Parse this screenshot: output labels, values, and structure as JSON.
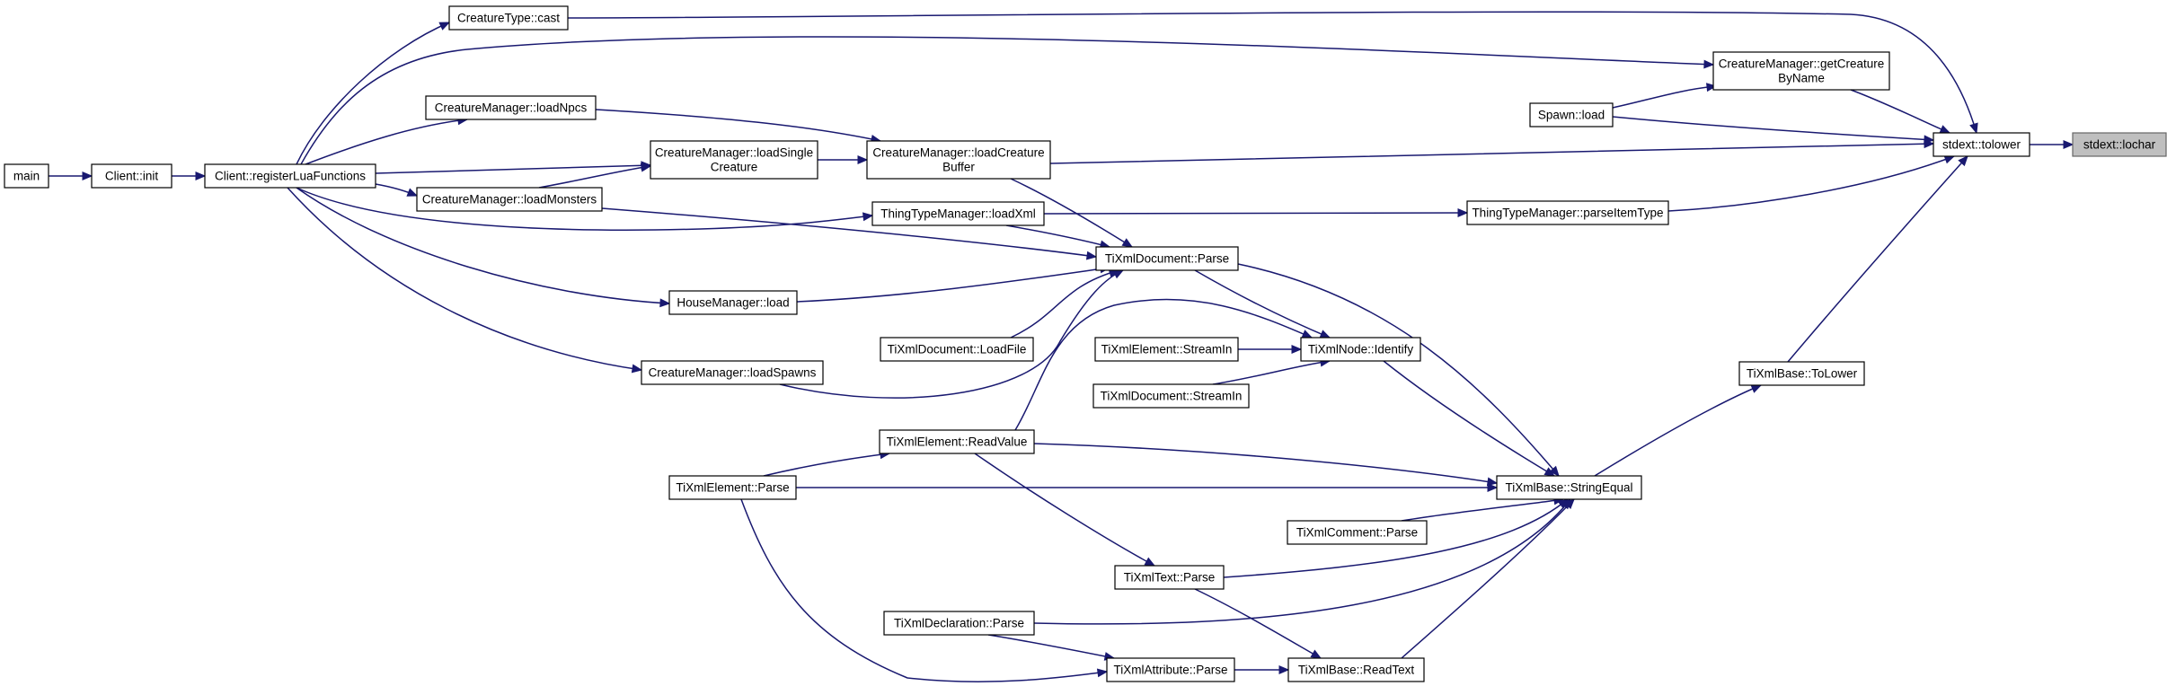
{
  "graph": {
    "edge_color": "#191970",
    "root_fill": "#bfbfbf",
    "nodes": [
      {
        "id": "lochar",
        "lines": [
          "stdext::lochar"
        ],
        "root": true
      },
      {
        "id": "tolower",
        "lines": [
          "stdext::tolower"
        ]
      },
      {
        "id": "CT_cast",
        "lines": [
          "CreatureType::cast"
        ]
      },
      {
        "id": "CM_getCreatureByName",
        "lines": [
          "CreatureManager::getCreature",
          "ByName"
        ]
      },
      {
        "id": "Spawn_load",
        "lines": [
          "Spawn::load"
        ]
      },
      {
        "id": "CM_loadCreatureBuffer",
        "lines": [
          "CreatureManager::loadCreature",
          "Buffer"
        ]
      },
      {
        "id": "TTM_parseItemType",
        "lines": [
          "ThingTypeManager::parseItemType"
        ]
      },
      {
        "id": "TXB_ToLower",
        "lines": [
          "TiXmlBase::ToLower"
        ]
      },
      {
        "id": "main",
        "lines": [
          "main"
        ]
      },
      {
        "id": "Client_init",
        "lines": [
          "Client::init"
        ]
      },
      {
        "id": "Client_registerLuaFunctions",
        "lines": [
          "Client::registerLuaFunctions"
        ]
      },
      {
        "id": "CM_loadNpcs",
        "lines": [
          "CreatureManager::loadNpcs"
        ]
      },
      {
        "id": "CM_loadSingleCreature",
        "lines": [
          "CreatureManager::loadSingle",
          "Creature"
        ]
      },
      {
        "id": "CM_loadMonsters",
        "lines": [
          "CreatureManager::loadMonsters"
        ]
      },
      {
        "id": "TTM_loadXml",
        "lines": [
          "ThingTypeManager::loadXml"
        ]
      },
      {
        "id": "TXD_Parse",
        "lines": [
          "TiXmlDocument::Parse"
        ]
      },
      {
        "id": "HM_load",
        "lines": [
          "HouseManager::load"
        ]
      },
      {
        "id": "TXD_LoadFile",
        "lines": [
          "TiXmlDocument::LoadFile"
        ]
      },
      {
        "id": "TXE_StreamIn",
        "lines": [
          "TiXmlElement::StreamIn"
        ]
      },
      {
        "id": "TXN_Identify",
        "lines": [
          "TiXmlNode::Identify"
        ]
      },
      {
        "id": "TXD_StreamIn",
        "lines": [
          "TiXmlDocument::StreamIn"
        ]
      },
      {
        "id": "CM_loadSpawns",
        "lines": [
          "CreatureManager::loadSpawns"
        ]
      },
      {
        "id": "TXE_ReadValue",
        "lines": [
          "TiXmlElement::ReadValue"
        ]
      },
      {
        "id": "TXE_Parse",
        "lines": [
          "TiXmlElement::Parse"
        ]
      },
      {
        "id": "TXB_StringEqual",
        "lines": [
          "TiXmlBase::StringEqual"
        ]
      },
      {
        "id": "TXC_Parse",
        "lines": [
          "TiXmlComment::Parse"
        ]
      },
      {
        "id": "TXT_Parse",
        "lines": [
          "TiXmlText::Parse"
        ]
      },
      {
        "id": "TXDecl_Parse",
        "lines": [
          "TiXmlDeclaration::Parse"
        ]
      },
      {
        "id": "TXA_Parse",
        "lines": [
          "TiXmlAttribute::Parse"
        ]
      },
      {
        "id": "TXB_ReadText",
        "lines": [
          "TiXmlBase::ReadText"
        ]
      }
    ],
    "edges": [
      {
        "from": "tolower",
        "to": "lochar"
      },
      {
        "from": "CT_cast",
        "to": "tolower"
      },
      {
        "from": "CM_getCreatureByName",
        "to": "tolower"
      },
      {
        "from": "Spawn_load",
        "to": "tolower"
      },
      {
        "from": "CM_loadCreatureBuffer",
        "to": "tolower"
      },
      {
        "from": "TTM_parseItemType",
        "to": "tolower"
      },
      {
        "from": "TXB_ToLower",
        "to": "tolower"
      },
      {
        "from": "Spawn_load",
        "to": "CM_getCreatureByName"
      },
      {
        "from": "Client_registerLuaFunctions",
        "to": "CM_getCreatureByName"
      },
      {
        "from": "Client_registerLuaFunctions",
        "to": "CT_cast"
      },
      {
        "from": "main",
        "to": "Client_init"
      },
      {
        "from": "Client_init",
        "to": "Client_registerLuaFunctions"
      },
      {
        "from": "Client_registerLuaFunctions",
        "to": "CM_loadNpcs"
      },
      {
        "from": "Client_registerLuaFunctions",
        "to": "CM_loadSingleCreature"
      },
      {
        "from": "Client_registerLuaFunctions",
        "to": "CM_loadMonsters"
      },
      {
        "from": "Client_registerLuaFunctions",
        "to": "TTM_loadXml"
      },
      {
        "from": "Client_registerLuaFunctions",
        "to": "HM_load"
      },
      {
        "from": "Client_registerLuaFunctions",
        "to": "CM_loadSpawns"
      },
      {
        "from": "CM_loadMonsters",
        "to": "CM_loadSingleCreature"
      },
      {
        "from": "CM_loadSingleCreature",
        "to": "CM_loadCreatureBuffer"
      },
      {
        "from": "CM_loadNpcs",
        "to": "CM_loadCreatureBuffer"
      },
      {
        "from": "TTM_loadXml",
        "to": "TTM_parseItemType"
      },
      {
        "from": "CM_loadCreatureBuffer",
        "to": "TXD_Parse"
      },
      {
        "from": "CM_loadMonsters",
        "to": "TXD_Parse"
      },
      {
        "from": "TTM_loadXml",
        "to": "TXD_Parse"
      },
      {
        "from": "HM_load",
        "to": "TXD_Parse"
      },
      {
        "from": "TXD_LoadFile",
        "to": "TXD_Parse"
      },
      {
        "from": "CM_loadSpawns",
        "to": "TXD_Parse"
      },
      {
        "from": "TXD_Parse",
        "to": "TXN_Identify"
      },
      {
        "from": "TXE_StreamIn",
        "to": "TXN_Identify"
      },
      {
        "from": "TXD_StreamIn",
        "to": "TXN_Identify"
      },
      {
        "from": "TXE_ReadValue",
        "to": "TXN_Identify"
      },
      {
        "from": "TXD_Parse",
        "to": "TXB_StringEqual"
      },
      {
        "from": "TXN_Identify",
        "to": "TXB_StringEqual"
      },
      {
        "from": "TXE_ReadValue",
        "to": "TXB_StringEqual"
      },
      {
        "from": "TXE_Parse",
        "to": "TXB_StringEqual"
      },
      {
        "from": "TXC_Parse",
        "to": "TXB_StringEqual"
      },
      {
        "from": "TXT_Parse",
        "to": "TXB_StringEqual"
      },
      {
        "from": "TXDecl_Parse",
        "to": "TXB_StringEqual"
      },
      {
        "from": "TXB_ReadText",
        "to": "TXB_StringEqual"
      },
      {
        "from": "TXB_StringEqual",
        "to": "TXB_ToLower"
      },
      {
        "from": "TXE_Parse",
        "to": "TXE_ReadValue"
      },
      {
        "from": "TXE_ReadValue",
        "to": "TXT_Parse"
      },
      {
        "from": "TXE_Parse",
        "to": "TXA_Parse"
      },
      {
        "from": "TXDecl_Parse",
        "to": "TXA_Parse"
      },
      {
        "from": "TXA_Parse",
        "to": "TXB_ReadText"
      },
      {
        "from": "TXT_Parse",
        "to": "TXB_ReadText"
      }
    ]
  }
}
